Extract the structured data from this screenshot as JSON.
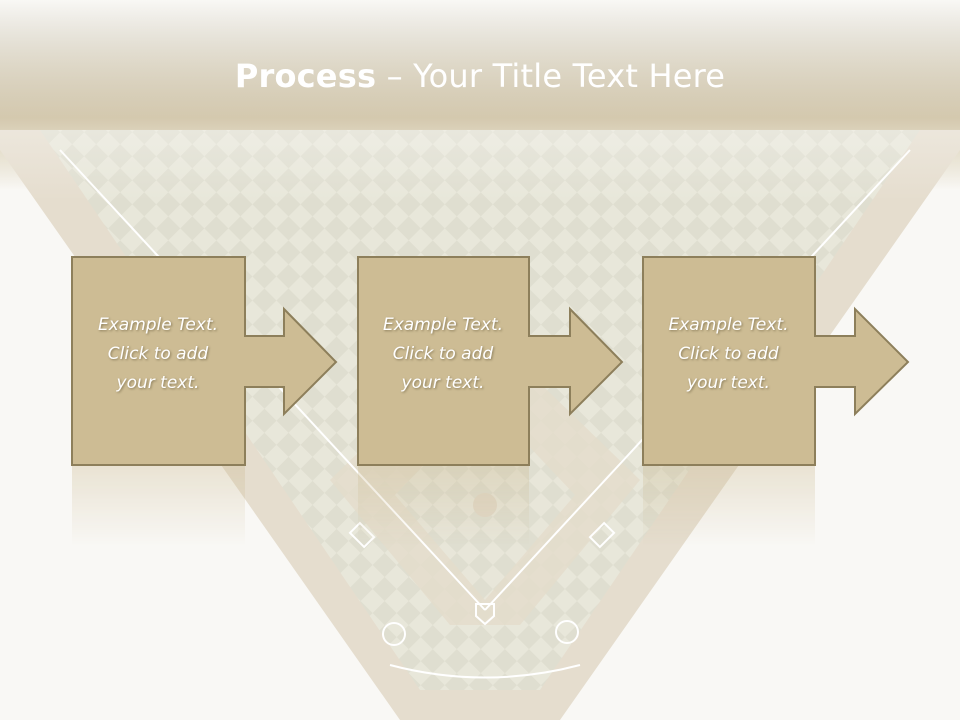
{
  "title": {
    "bold": "Process",
    "separator": " – ",
    "rest": "Your Title Text Here"
  },
  "steps": [
    {
      "line1": "Example Text.",
      "line2": "Click  to add",
      "line3": "your text."
    },
    {
      "line1": "Example Text.",
      "line2": "Click  to add",
      "line3": "your text."
    },
    {
      "line1": "Example Text.",
      "line2": "Click  to add",
      "line3": "your text."
    }
  ],
  "colors": {
    "header": "#a29165",
    "box_fill": "#cdbc94",
    "box_border": "#8d7f5b",
    "text": "#ffffff",
    "field": "#e9e8dc"
  }
}
